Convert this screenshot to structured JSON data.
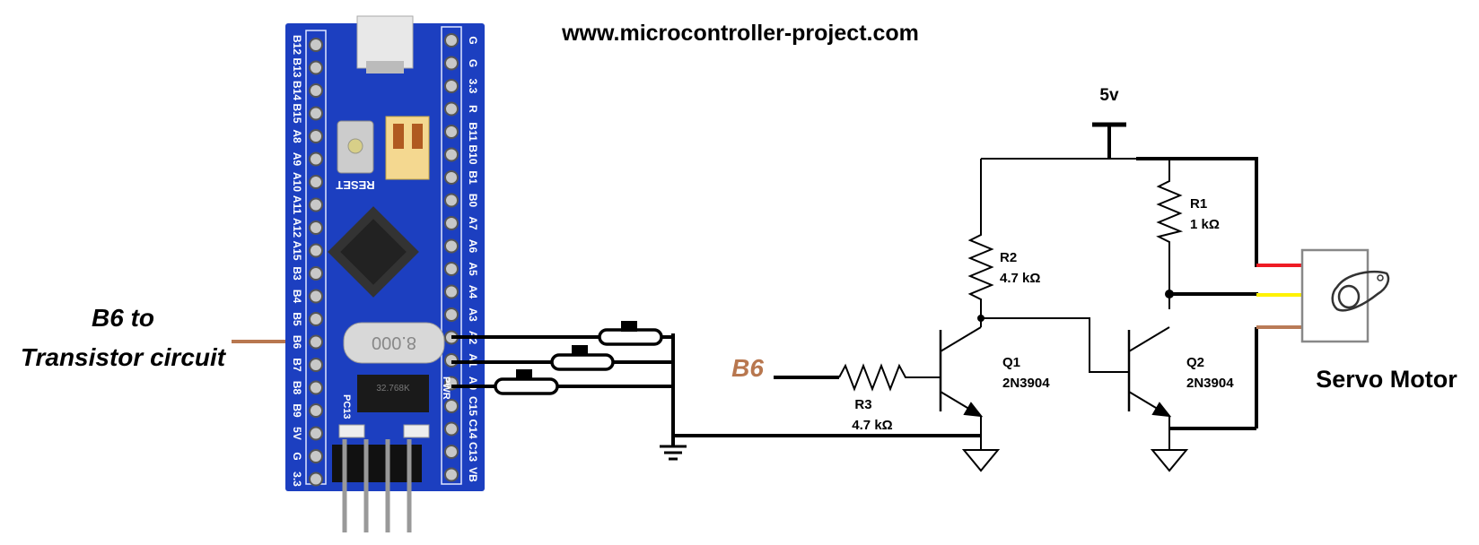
{
  "website": "www.microcontroller-project.com",
  "annotation": {
    "line1": "B6 to",
    "line2": "Transistor circuit"
  },
  "board": {
    "left_pins": [
      "B12",
      "B13",
      "B14",
      "B15",
      "A8",
      "A9",
      "A10",
      "A11",
      "A12",
      "A15",
      "B3",
      "B4",
      "B5",
      "B6",
      "B7",
      "B8",
      "B9",
      "5V",
      "G",
      "3.3"
    ],
    "right_pins": [
      "G",
      "G",
      "3.3",
      "R",
      "B11",
      "B10",
      "B1",
      "B0",
      "A7",
      "A6",
      "A5",
      "A4",
      "A3",
      "A2",
      "A1",
      "A0",
      "C15",
      "C14",
      "C13",
      "VB"
    ],
    "reset_label": "RESET",
    "crystal_label": "8.000",
    "rtc_crystal_label": "32.768K",
    "led_labels": [
      "PC13",
      "PWR"
    ],
    "color": "#1c3fc0"
  },
  "circuit": {
    "supply": "5v",
    "input": "B6",
    "input_color": "#b8774f",
    "R1": {
      "name": "R1",
      "value": "1 kΩ"
    },
    "R2": {
      "name": "R2",
      "value": "4.7 kΩ"
    },
    "R3": {
      "name": "R3",
      "value": "4.7 kΩ"
    },
    "Q1": {
      "name": "Q1",
      "part": "2N3904"
    },
    "Q2": {
      "name": "Q2",
      "part": "2N3904"
    }
  },
  "servo": {
    "label": "Servo Motor",
    "wire_colors": [
      "#ee1c24",
      "#fff200",
      "#b97a57"
    ]
  }
}
